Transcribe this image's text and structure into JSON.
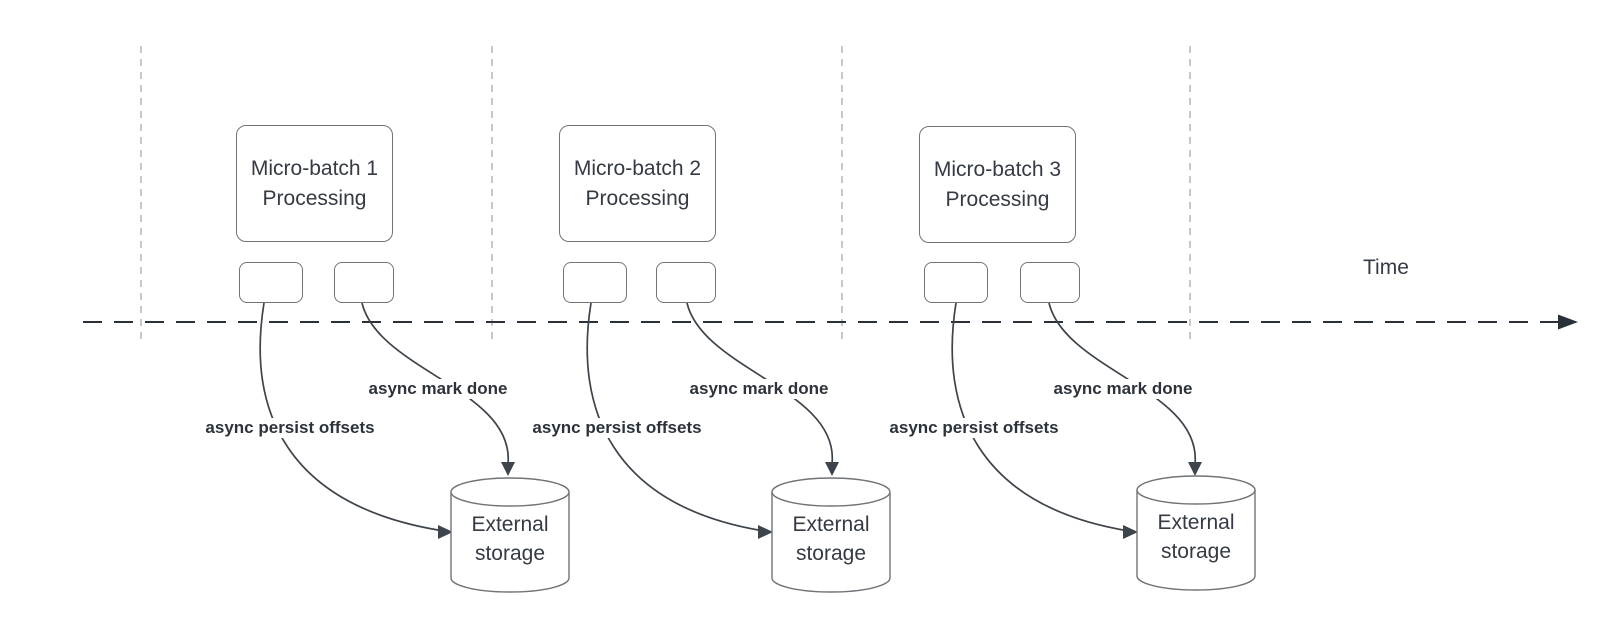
{
  "diagram_title": "micro-batch async offset persistence timeline",
  "colors": {
    "background": "#ffffff",
    "connector": "#3d444c",
    "shape_stroke": "#6f7479",
    "guide_stroke": "#b0b0b0",
    "timeline_stroke": "#2a3038",
    "text": "#343b44",
    "edge_label_text": "#2c333b"
  },
  "time_axis": {
    "label": "Time"
  },
  "batches": [
    {
      "title_line1": "Micro-batch 1",
      "title_line2": "Processing",
      "persist_label": "async persist offsets",
      "mark_label": "async mark done",
      "storage_line1": "External",
      "storage_line2": "storage"
    },
    {
      "title_line1": "Micro-batch 2",
      "title_line2": "Processing",
      "persist_label": "async persist offsets",
      "mark_label": "async mark done",
      "storage_line1": "External",
      "storage_line2": "storage"
    },
    {
      "title_line1": "Micro-batch 3",
      "title_line2": "Processing",
      "persist_label": "async persist offsets",
      "mark_label": "async mark done",
      "storage_line1": "External",
      "storage_line2": "storage"
    }
  ]
}
